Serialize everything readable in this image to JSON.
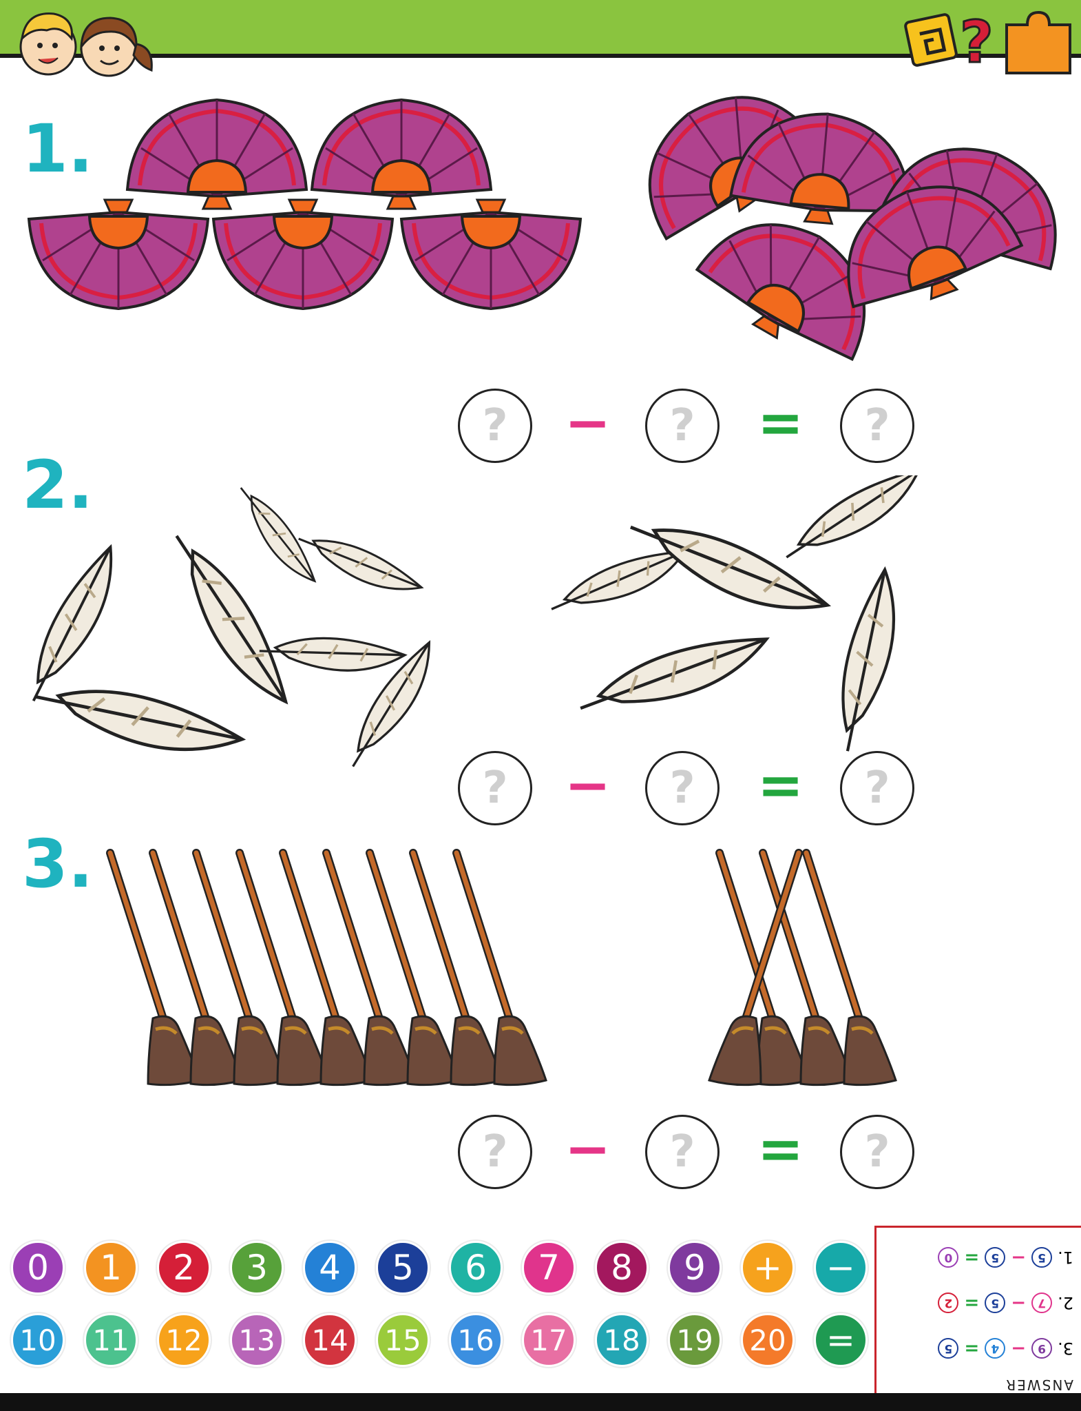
{
  "problems": [
    {
      "number": "1.",
      "circle_text": "?",
      "minus": "−",
      "equals": "="
    },
    {
      "number": "2.",
      "circle_text": "?",
      "minus": "−",
      "equals": "="
    },
    {
      "number": "3.",
      "circle_text": "?",
      "minus": "−",
      "equals": "="
    }
  ],
  "tiles_row1": [
    {
      "label": "0",
      "color": "#9b3fb5"
    },
    {
      "label": "1",
      "color": "#f39321"
    },
    {
      "label": "2",
      "color": "#d51f38"
    },
    {
      "label": "3",
      "color": "#57a13a"
    },
    {
      "label": "4",
      "color": "#2481d6"
    },
    {
      "label": "5",
      "color": "#1c3f99"
    },
    {
      "label": "6",
      "color": "#1fb3a4"
    },
    {
      "label": "7",
      "color": "#e0348c"
    },
    {
      "label": "8",
      "color": "#a3185e"
    },
    {
      "label": "9",
      "color": "#7f3a9e"
    },
    {
      "label": "+",
      "color": "#f6a21d"
    },
    {
      "label": "−",
      "color": "#17a9a9"
    }
  ],
  "tiles_row2": [
    {
      "label": "10",
      "color": "#2a9fd8"
    },
    {
      "label": "11",
      "color": "#4cc28e"
    },
    {
      "label": "12",
      "color": "#f7a21b"
    },
    {
      "label": "13",
      "color": "#b865b8"
    },
    {
      "label": "14",
      "color": "#d2343f"
    },
    {
      "label": "15",
      "color": "#9acb3b"
    },
    {
      "label": "16",
      "color": "#3b8fe0"
    },
    {
      "label": "17",
      "color": "#e86fa3"
    },
    {
      "label": "18",
      "color": "#23a6b4"
    },
    {
      "label": "19",
      "color": "#6a9a3c"
    },
    {
      "label": "20",
      "color": "#f47a2a"
    },
    {
      "label": "=",
      "color": "#1f9a52"
    }
  ],
  "answer": {
    "title": "ANSWER",
    "rows": [
      {
        "label": "3.",
        "a": "9",
        "b": "4",
        "c": "5",
        "ca": "#7f3a9e",
        "cb": "#2481d6",
        "cc": "#1c3f99"
      },
      {
        "label": "2.",
        "a": "7",
        "b": "5",
        "c": "2",
        "ca": "#e0348c",
        "cb": "#1c3f99",
        "cc": "#d51f38"
      },
      {
        "label": "1.",
        "a": "5",
        "b": "5",
        "c": "0",
        "ca": "#1c3f99",
        "cb": "#1c3f99",
        "cc": "#9b3fb5"
      }
    ]
  }
}
